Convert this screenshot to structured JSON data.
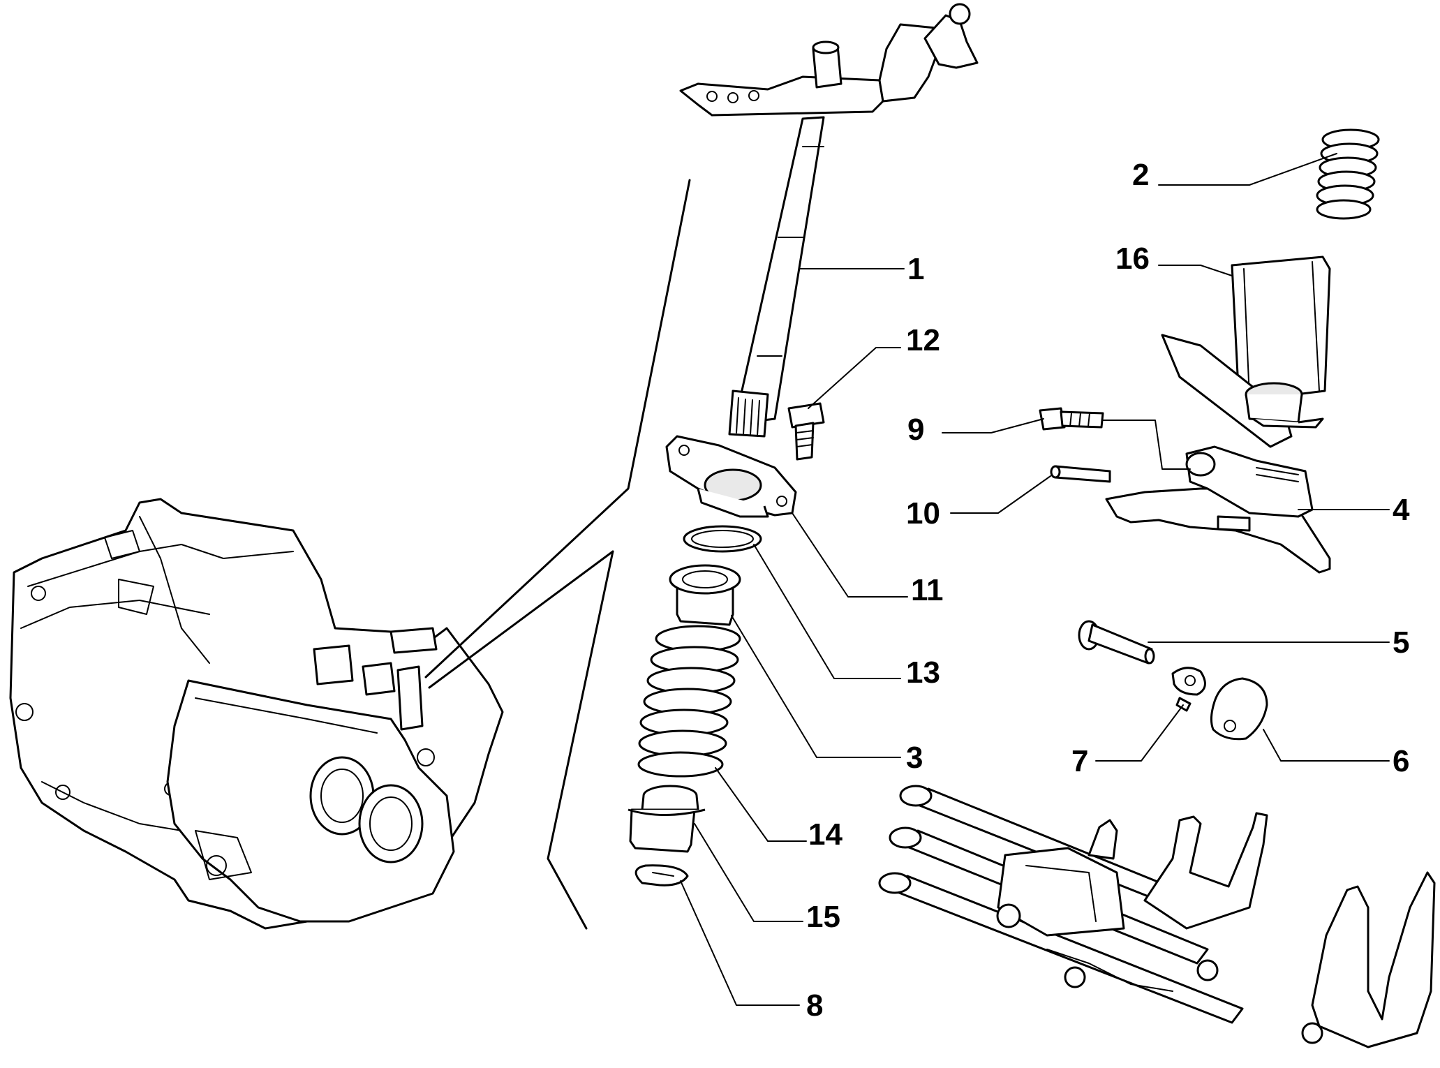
{
  "callouts": [
    {
      "id": "1",
      "label": "1"
    },
    {
      "id": "2",
      "label": "2"
    },
    {
      "id": "3",
      "label": "3"
    },
    {
      "id": "4",
      "label": "4"
    },
    {
      "id": "5",
      "label": "5"
    },
    {
      "id": "6",
      "label": "6"
    },
    {
      "id": "7",
      "label": "7"
    },
    {
      "id": "8",
      "label": "8"
    },
    {
      "id": "9",
      "label": "9"
    },
    {
      "id": "10",
      "label": "10"
    },
    {
      "id": "11",
      "label": "11"
    },
    {
      "id": "12",
      "label": "12"
    },
    {
      "id": "13",
      "label": "13"
    },
    {
      "id": "14",
      "label": "14"
    },
    {
      "id": "15",
      "label": "15"
    },
    {
      "id": "16",
      "label": "16"
    }
  ],
  "line_color": "#000000",
  "background": "#ffffff"
}
